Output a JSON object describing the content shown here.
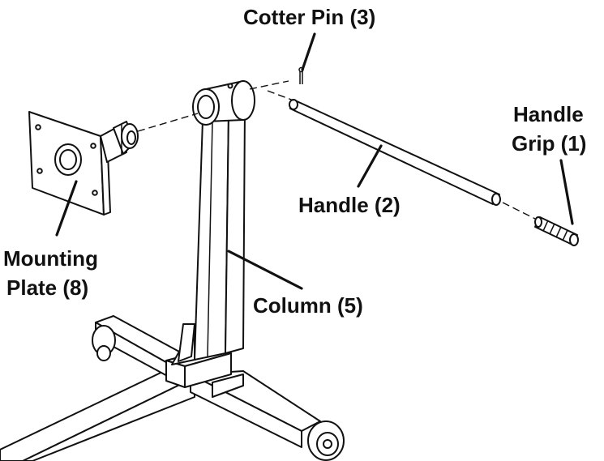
{
  "diagram": {
    "labels": {
      "cotter_pin": "Cotter Pin (3)",
      "handle_grip_line1": "Handle",
      "handle_grip_line2": "Grip (1)",
      "handle": "Handle (2)",
      "mounting_plate_line1": "Mounting",
      "mounting_plate_line2": "Plate (8)",
      "column": "Column (5)"
    },
    "colors": {
      "line": "#111111",
      "fill": "#ffffff"
    }
  }
}
